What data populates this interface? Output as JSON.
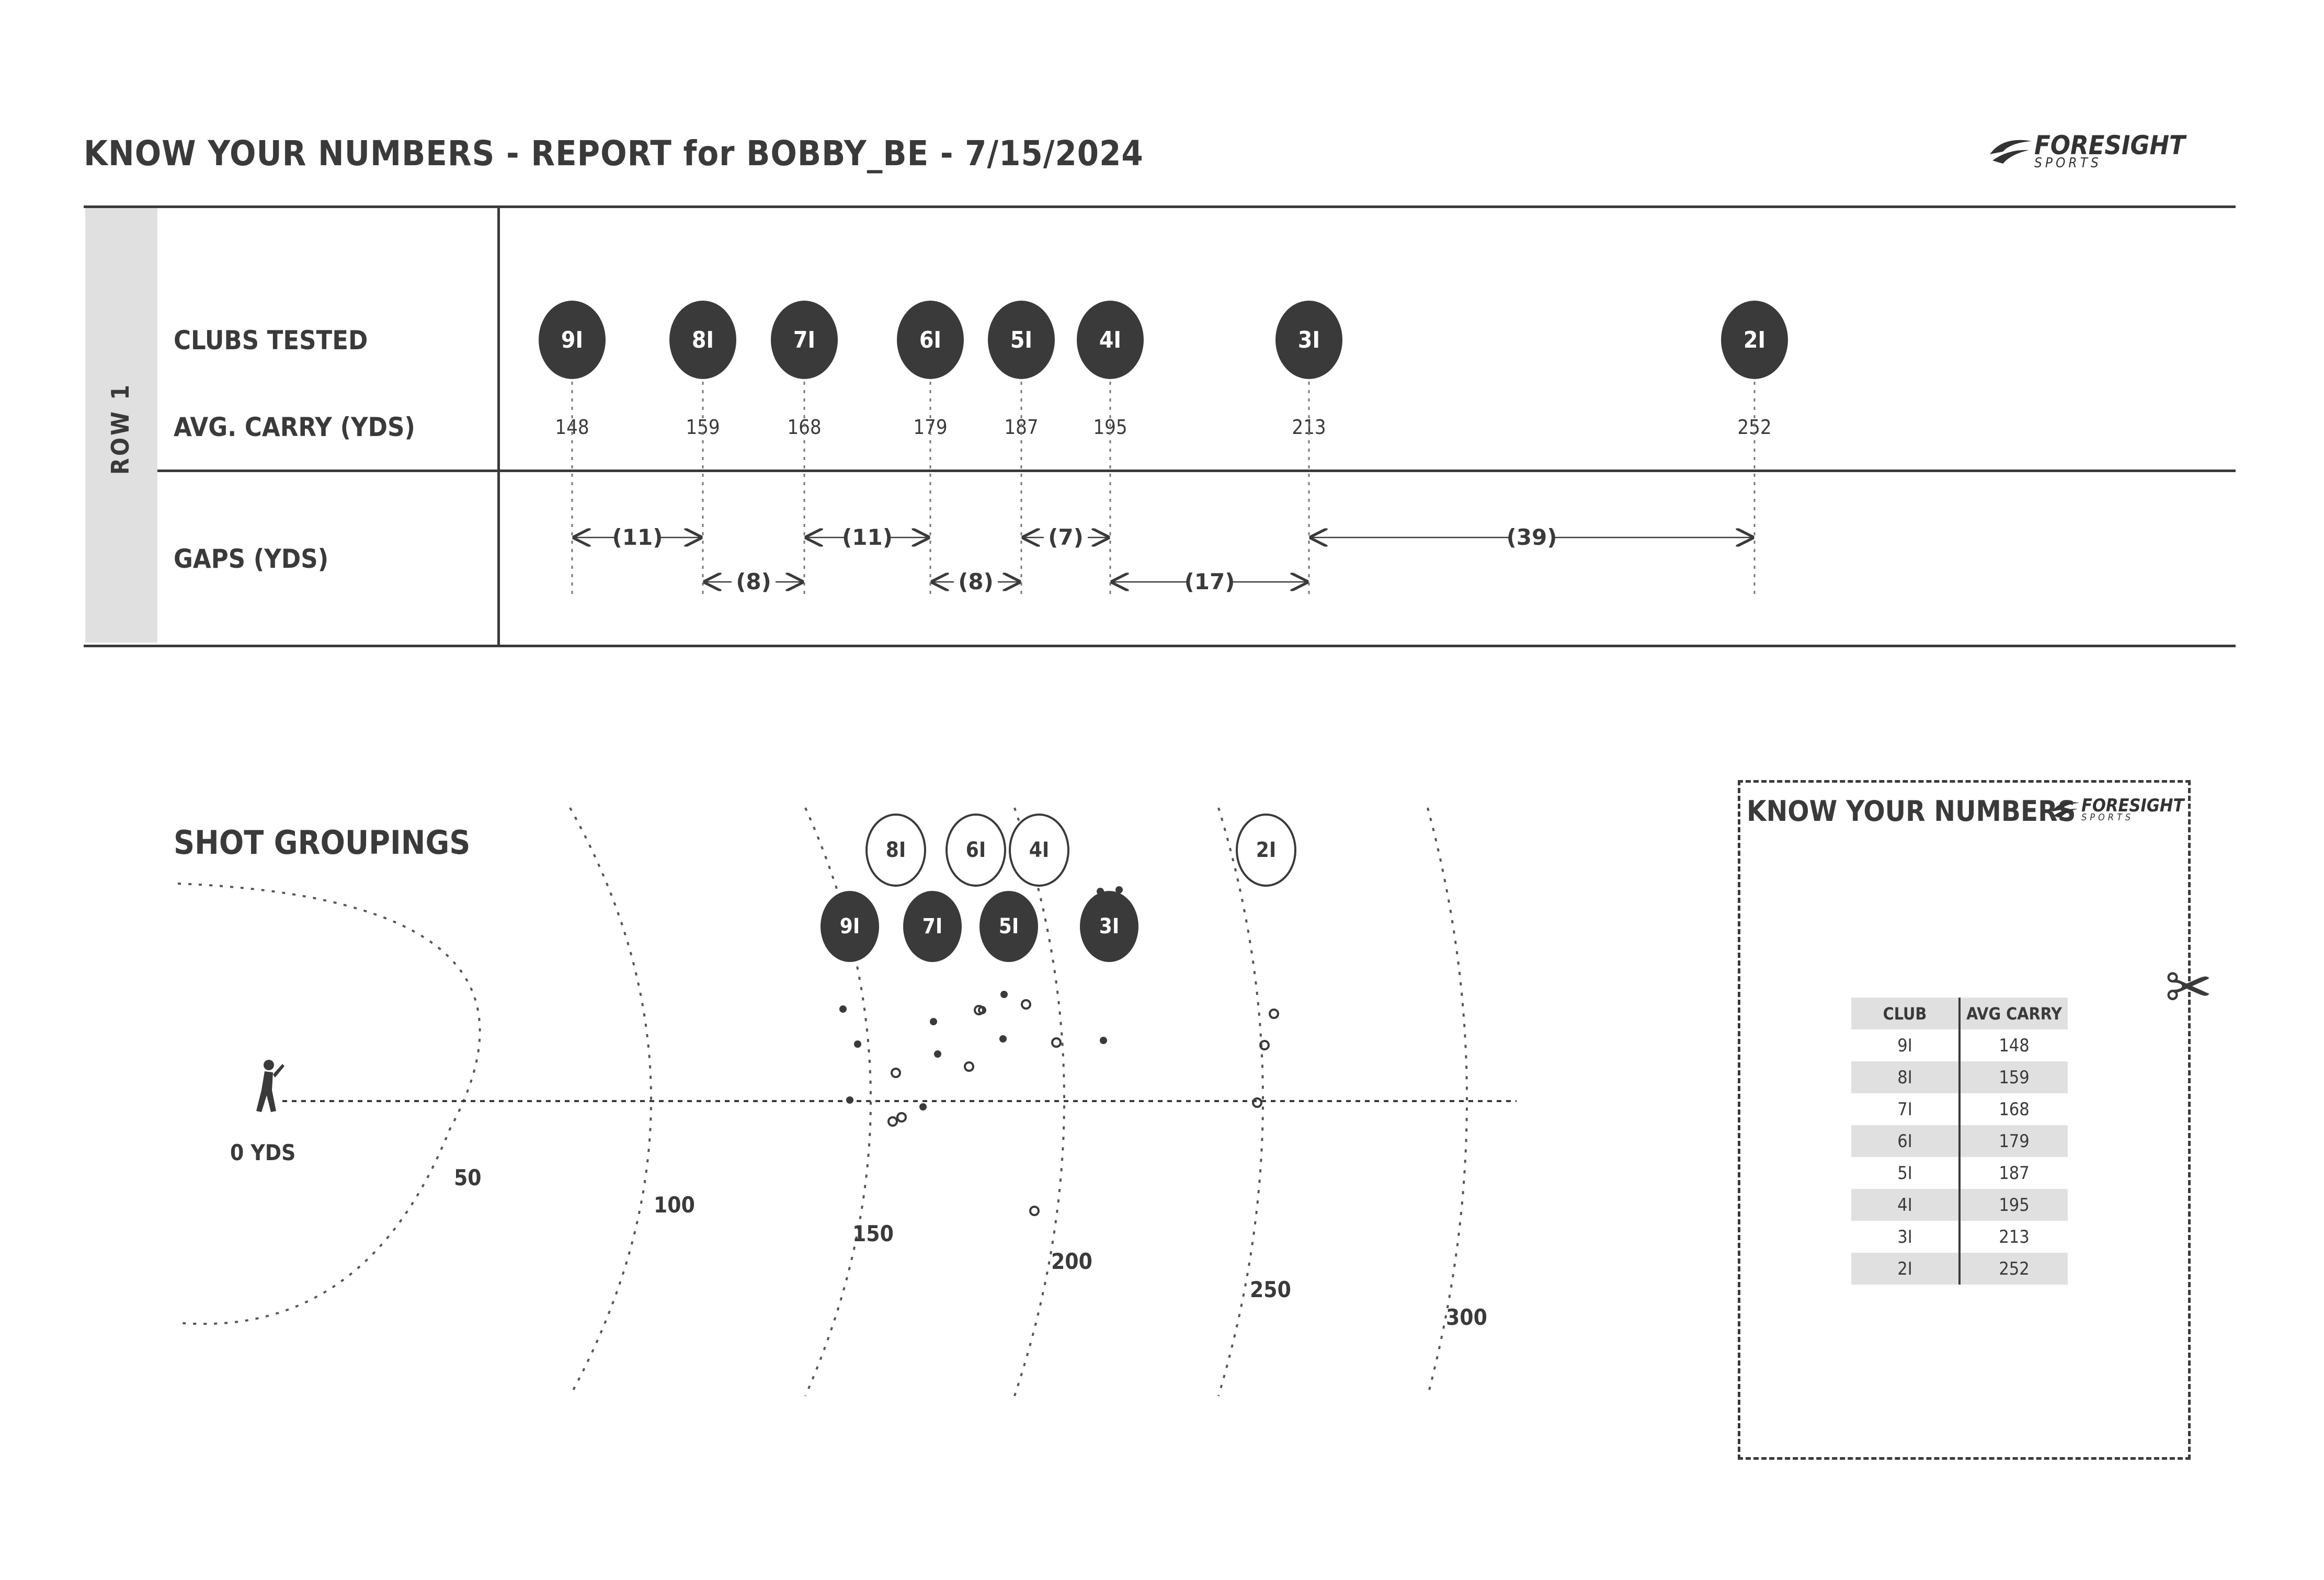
{
  "report": {
    "title": "KNOW YOUR NUMBERS - REPORT for BOBBY_BE - 7/15/2024",
    "row_label": "ROW 1",
    "labels": {
      "clubs_tested": "CLUBS TESTED",
      "avg_carry": "AVG. CARRY (YDS)",
      "gaps": "GAPS (YDS)"
    }
  },
  "logo": {
    "brand": "FORESIGHT",
    "sub": "SPORTS"
  },
  "clubs": [
    {
      "club": "9I",
      "carry": "148"
    },
    {
      "club": "8I",
      "carry": "159"
    },
    {
      "club": "7I",
      "carry": "168"
    },
    {
      "club": "6I",
      "carry": "179"
    },
    {
      "club": "5I",
      "carry": "187"
    },
    {
      "club": "4I",
      "carry": "195"
    },
    {
      "club": "3I",
      "carry": "213"
    },
    {
      "club": "2I",
      "carry": "252"
    }
  ],
  "gaps": [
    {
      "label": "(11)",
      "from": 0,
      "to": 1
    },
    {
      "label": "(8)",
      "from": 1,
      "to": 2
    },
    {
      "label": "(11)",
      "from": 2,
      "to": 3
    },
    {
      "label": "(8)",
      "from": 3,
      "to": 4
    },
    {
      "label": "(7)",
      "from": 4,
      "to": 5
    },
    {
      "label": "(17)",
      "from": 5,
      "to": 6
    },
    {
      "label": "(39)",
      "from": 6,
      "to": 7
    }
  ],
  "shot_groupings": {
    "title": "SHOT GROUPINGS",
    "origin_label": "0 YDS",
    "distance_labels": [
      "50",
      "100",
      "150",
      "200",
      "250",
      "300"
    ],
    "filled_markers": [
      "9I",
      "7I",
      "5I",
      "3I"
    ],
    "outlined_markers": [
      "8I",
      "6I",
      "4I",
      "2I"
    ]
  },
  "cutout_card": {
    "title": "KNOW YOUR NUMBERS",
    "headers": [
      "CLUB",
      "AVG CARRY"
    ],
    "rows": [
      [
        "9I",
        "148"
      ],
      [
        "8I",
        "159"
      ],
      [
        "7I",
        "168"
      ],
      [
        "6I",
        "179"
      ],
      [
        "5I",
        "187"
      ],
      [
        "4I",
        "195"
      ],
      [
        "3I",
        "213"
      ],
      [
        "2I",
        "252"
      ]
    ]
  },
  "icons": {
    "golfer": "golfer-icon",
    "scissors": "scissors-icon",
    "logo": "foresight-logo-icon"
  }
}
